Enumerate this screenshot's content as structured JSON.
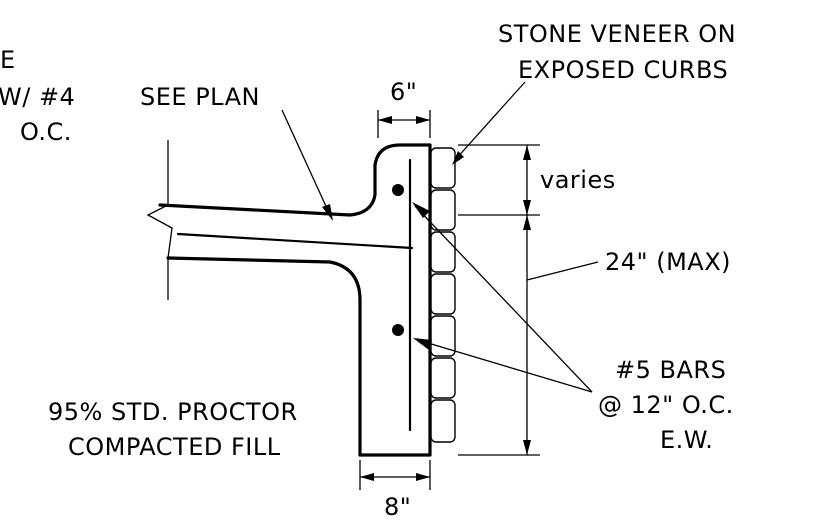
{
  "labels": {
    "cut_off_top": "E",
    "cut_off_mid": "W/ #4",
    "cut_off_bot": "O.C.",
    "see_plan": "SEE PLAN",
    "top_dim": "6\"",
    "stone_line1": "STONE VENEER ON",
    "stone_line2": "EXPOSED CURBS",
    "varies": "varies",
    "height_dim": "24\" (MAX)",
    "bars_line1": "#5 BARS",
    "bars_line2": "@ 12\" O.C.",
    "bars_line3": "E.W.",
    "fill_line1": "95% STD. PROCTOR",
    "fill_line2": "COMPACTED FILL",
    "bottom_dim": "8\""
  }
}
